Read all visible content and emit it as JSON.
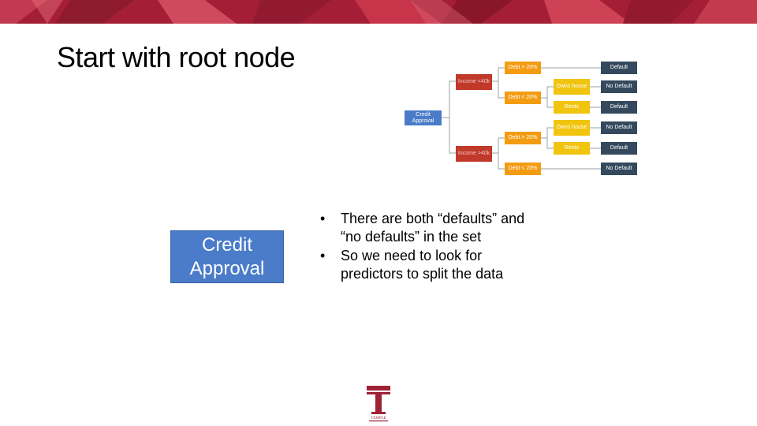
{
  "slide": {
    "title": "Start with root node",
    "colors": {
      "banner": "#a41e35",
      "root": "#4a7cc9",
      "income": "#c0392b",
      "debt": "#f39c12",
      "housing": "#f1c40f",
      "leaf": "#34495e"
    }
  },
  "tree": {
    "root": "Credit Approval",
    "income_lt": "Income <40k",
    "income_gt": "Income >40k",
    "debt_gt_1": "Debt > 20%",
    "debt_lt_1": "Debt < 20%",
    "debt_gt_2": "Debt > 20%",
    "debt_lt_2": "Debt < 20%",
    "owns_1": "Owns house",
    "rents_1": "Rents",
    "owns_2": "Owns house",
    "rents_2": "Rents",
    "leaf_1": "Default",
    "leaf_2": "No Default",
    "leaf_3": "Default",
    "leaf_4": "No Default",
    "leaf_5": "Default",
    "leaf_6": "No Default"
  },
  "root_box": {
    "label": "Credit Approval"
  },
  "bullets": [
    "There are both “defaults” and “no defaults” in the set",
    "So we need to look for predictors to split the data"
  ],
  "bullet_symbol": "•",
  "logo": {
    "icon": "temple-university-logo",
    "letter": "T",
    "wordmark": "TEMPLE"
  }
}
